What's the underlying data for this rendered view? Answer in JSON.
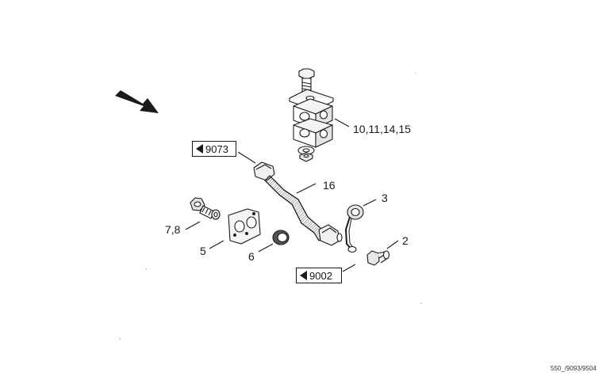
{
  "callouts": {
    "clamp": "10,11,14,15",
    "pipe": "16",
    "cap": "3",
    "fitting": "2",
    "banjo_bolt": "7,8",
    "gasket_plate": "5",
    "seal_ring": "6"
  },
  "references": {
    "upper": "9073",
    "lower": "9002"
  },
  "drawing_code": "550_/9093/9504",
  "colors": {
    "line": "#1a1a1a",
    "fill_light": "#f2f2f2",
    "fill_mid": "#c8c8c8",
    "fill_dark": "#555555"
  }
}
